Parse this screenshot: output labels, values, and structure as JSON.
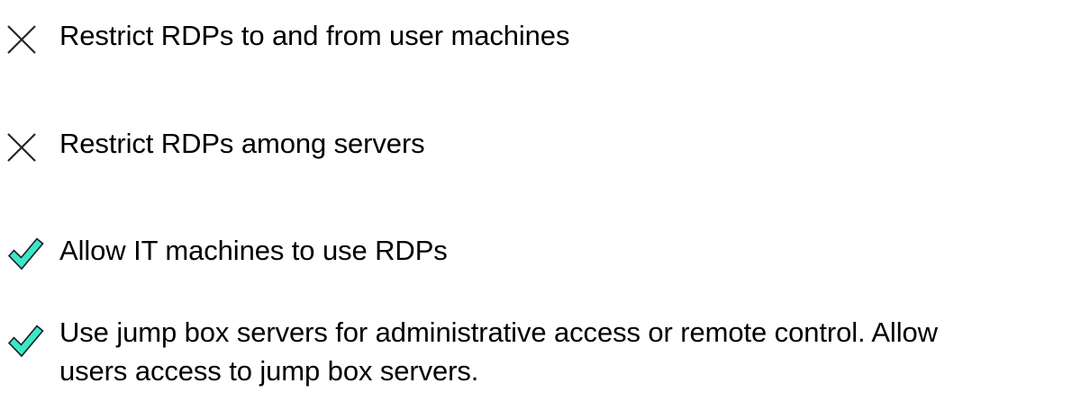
{
  "page": {
    "background_color": "#ffffff",
    "text_color": "#000000"
  },
  "icons": {
    "cross": {
      "name": "cross-icon",
      "stroke_color": "#262626"
    },
    "check": {
      "name": "check-icon",
      "fill_color": "#3BE8C4",
      "outline_color": "#1b1b2b"
    }
  },
  "checklist": {
    "items": [
      {
        "icon": "cross-icon",
        "status": "not-allowed",
        "text": "Restrict RDPs to and from user machines"
      },
      {
        "icon": "cross-icon",
        "status": "not-allowed",
        "text": "Restrict RDPs among servers"
      },
      {
        "icon": "check-icon",
        "status": "allowed",
        "text": "Allow IT machines to use RDPs"
      },
      {
        "icon": "check-icon",
        "status": "allowed",
        "text": "Use jump box servers for administrative access or remote control. Allow\nusers access to jump box servers."
      }
    ]
  }
}
